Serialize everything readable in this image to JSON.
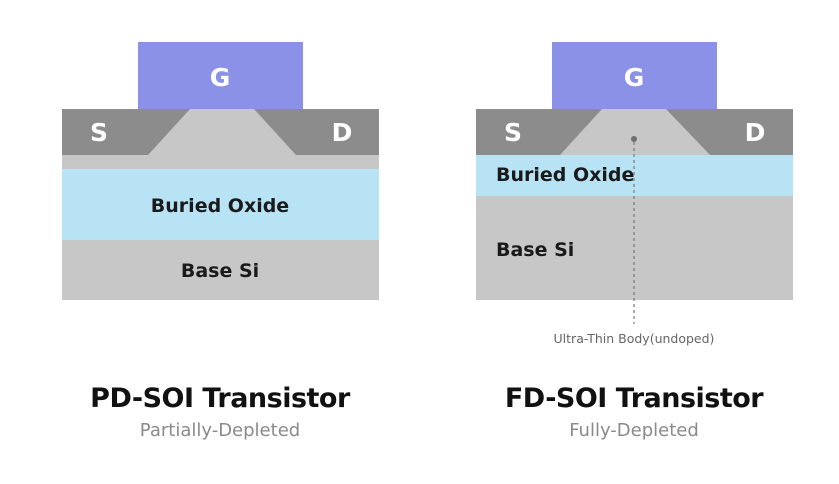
{
  "colors": {
    "gate": "#8b91e6",
    "source_drain": "#8c8c8c",
    "silicon_body": "#c7c7c7",
    "buried_oxide": "#b7e3f5",
    "base_si": "#c7c7c7",
    "annotation_line": "#777777"
  },
  "pd_soi": {
    "gate_label": "G",
    "source_label": "S",
    "drain_label": "D",
    "buried_oxide_label": "Buried Oxide",
    "base_label": "Base Si",
    "title": "PD-SOI Transistor",
    "subtitle": "Partially-Depleted"
  },
  "fd_soi": {
    "gate_label": "G",
    "source_label": "S",
    "drain_label": "D",
    "buried_oxide_label": "Buried Oxide",
    "base_label": "Base Si",
    "annotation": "Ultra-Thin Body(undoped)",
    "title": "FD-SOI Transistor",
    "subtitle": "Fully-Depleted"
  }
}
